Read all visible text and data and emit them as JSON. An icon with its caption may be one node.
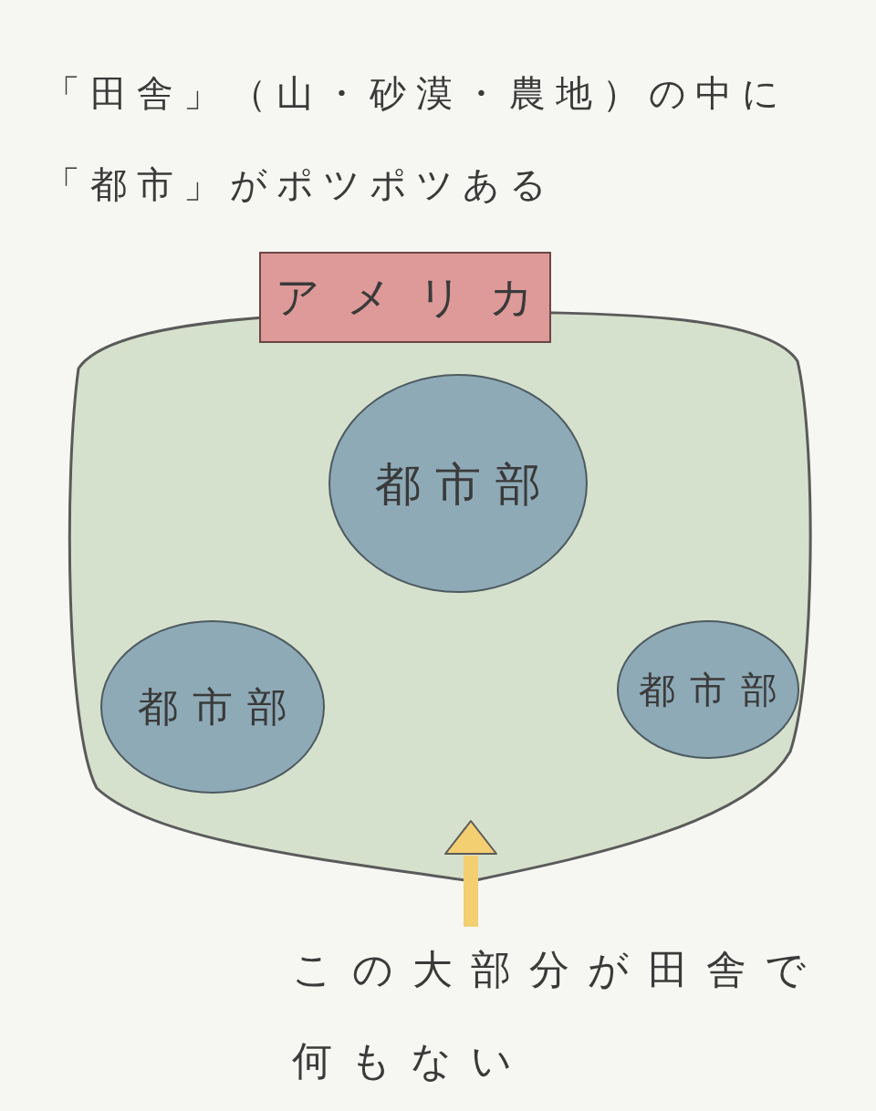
{
  "diagram": {
    "title": "「田舎」（山・砂漠・農地）の中に「都市」がポツポツある",
    "nodes": [
      {
        "text": [
          "アメリカ"
        ]
      },
      {
        "text": [
          "都市部"
        ],
        "in": 0
      },
      {
        "text": [
          "都市部"
        ],
        "in": 0
      },
      {
        "text": [
          "都市部"
        ],
        "in": 0
      },
      {
        "text": [
          "この大部分が田舎で何もない"
        ]
      }
    ],
    "edges": [
      {
        "from": 4,
        "to": 0,
        "arrow": "to"
      }
    ]
  }
}
